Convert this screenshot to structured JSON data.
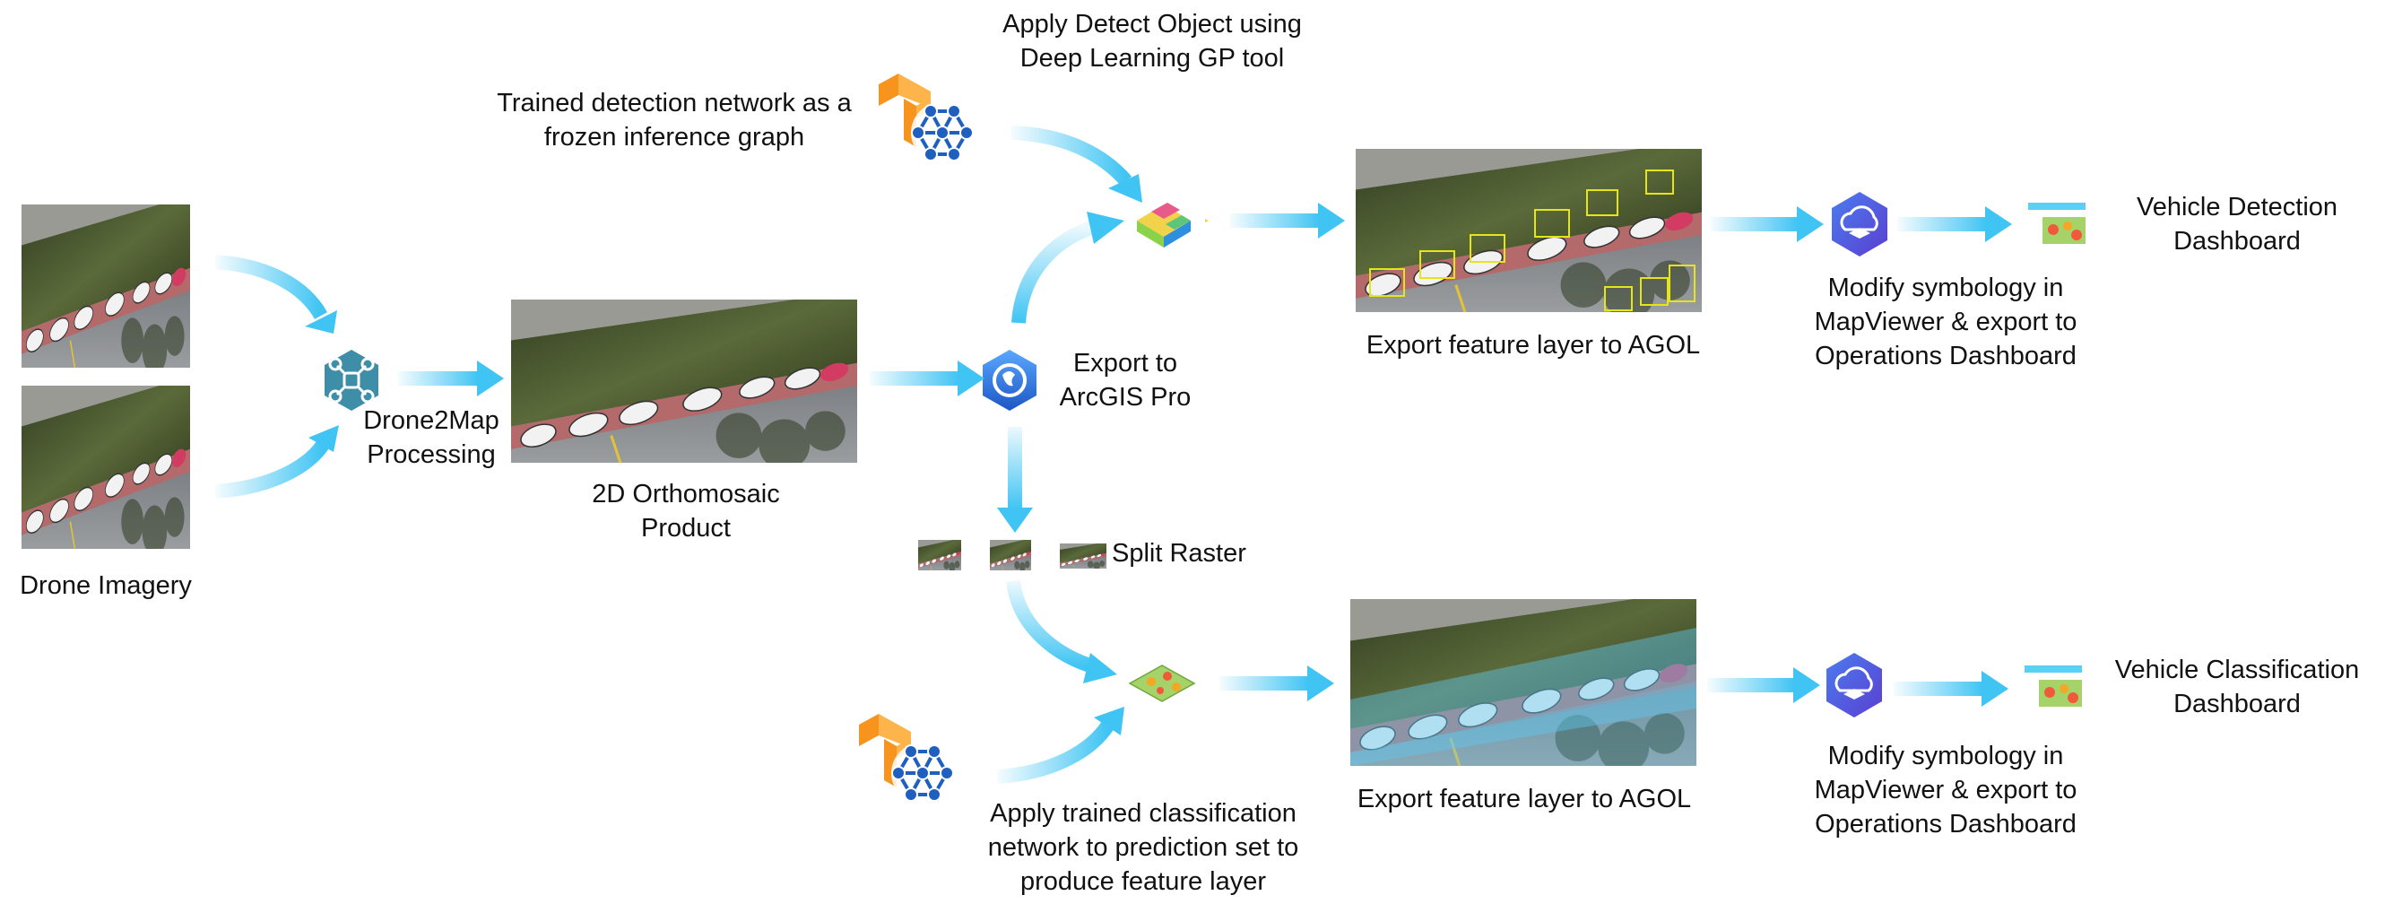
{
  "labels": {
    "drone_imagery": "Drone Imagery",
    "drone2map": "Drone2Map\nProcessing",
    "orthomosaic": "2D Orthomosaic\nProduct",
    "trained_detection": "Trained detection network as a\nfrozen inference graph",
    "apply_detect": "Apply Detect Object using\nDeep Learning GP tool",
    "export_arcgis": "Export to\nArcGIS Pro",
    "split_raster": "Split Raster",
    "apply_classification": "Apply trained classification\nnetwork to prediction set to\nproduce feature layer",
    "export_agol_top": "Export feature layer to AGOL",
    "export_agol_bottom": "Export feature layer to AGOL",
    "modify_top": "Modify symbology in\nMapViewer & export to\nOperations Dashboard",
    "modify_bottom": "Modify symbology in\nMapViewer & export to\nOperations Dashboard",
    "vehicle_detection": "Vehicle Detection\nDashboard",
    "vehicle_classification": "Vehicle Classification\nDashboard"
  },
  "colors": {
    "arrow": "#3fc4f3",
    "tensorflow_orange": "#f7941d",
    "network_blue": "#1f5fbf",
    "arcgis_blue": "#2b6bd6",
    "detection_box": "#e5e51a",
    "classification_overlay": "#5fc8f0",
    "road": "#8b8e91",
    "vegetation": "#3f4a2a"
  },
  "icons": {
    "tensorflow": "tensorflow-network-icon",
    "drone2map": "drone2map-icon",
    "arcgis_pro": "arcgis-pro-globe-icon",
    "detect_layers": "deep-learning-layers-icon",
    "classification_layer": "classification-layer-icon",
    "mapviewer": "mapviewer-cloud-icon",
    "dashboard": "operations-dashboard-icon"
  }
}
